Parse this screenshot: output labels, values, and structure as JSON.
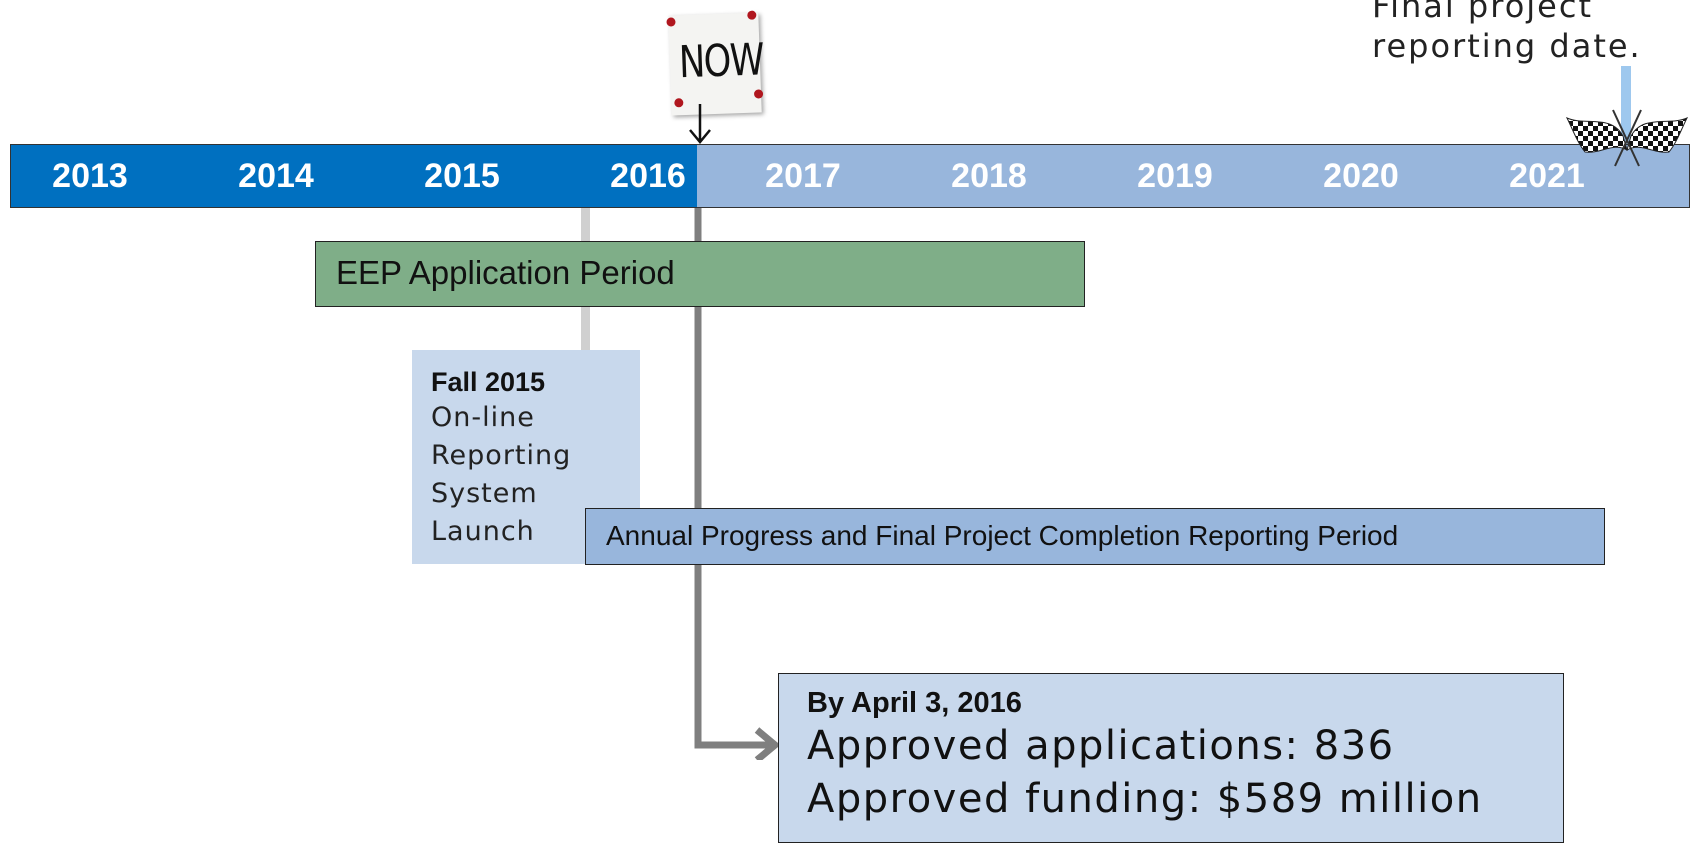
{
  "timeline": {
    "years": [
      "2013",
      "2014",
      "2015",
      "2016",
      "2017",
      "2018",
      "2019",
      "2020",
      "2021"
    ]
  },
  "now_marker": {
    "label": "NOW"
  },
  "final_marker": {
    "text": "Final project\nreporting date."
  },
  "eep_period": {
    "label": "EEP Application Period"
  },
  "fall_2015": {
    "title": "Fall  2015",
    "body": "On-line\nReporting\nSystem\nLaunch"
  },
  "annual_period": {
    "label": "Annual Progress and Final Project Completion Reporting Period"
  },
  "april_2016": {
    "title": "By April 3, 2016",
    "applications": "Approved applications: 836",
    "funding": "Approved funding: $589 million"
  },
  "colors": {
    "past_bar": "#0070c0",
    "future_bar": "#98b6dc",
    "eep_bar": "#7fae88",
    "info_box": "#c8d8ec",
    "connector": "#7f7f7f"
  },
  "icons": [
    "pushpin-icon",
    "checkered-flags-icon",
    "arrow-right-icon",
    "arrow-down-icon"
  ]
}
